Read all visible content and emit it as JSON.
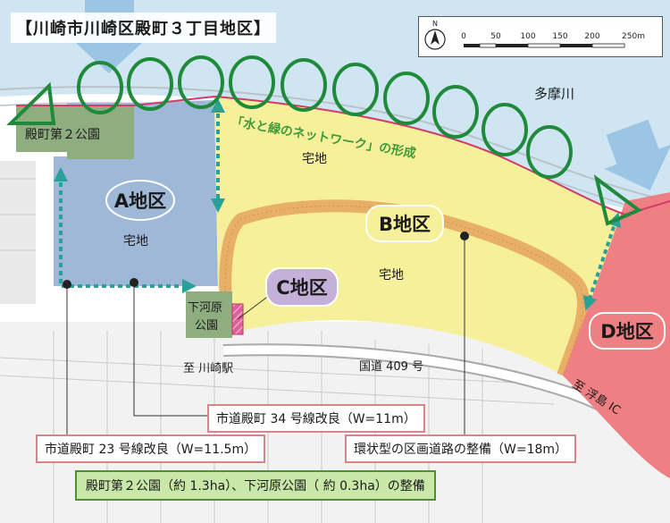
{
  "title": "【川崎市川崎区殿町３丁目地区】",
  "scale_bar": {
    "north": "N",
    "ticks": [
      "0",
      "50",
      "100",
      "150",
      "200",
      "250m"
    ]
  },
  "labels": {
    "river": "多摩川",
    "network": "「水と緑のネットワーク」の形成",
    "residential": "宅地",
    "park2": "殿町第２公園",
    "shimo_park_line1": "下河原",
    "shimo_park_line2": "公園",
    "to_kawasaki": "至 川崎駅",
    "route409": "国道 409 号",
    "to_ukishima": "至 浮島 IC"
  },
  "districts": {
    "A": "A地区",
    "B": "B地区",
    "C": "C地区",
    "D": "D地区"
  },
  "notes": {
    "road34": "市道殿町 34 号線改良（W=11m）",
    "road23": "市道殿町 23 号線改良（W=11.5m）",
    "ring_road": "環状型の区画道路の整備（W=18m）",
    "parks": "殿町第２公園（約 1.3ha）、下河原公園（ 約 0.3ha）の整備"
  },
  "colors": {
    "district_a": "#9fb8d8",
    "district_b": "#f6f09a",
    "district_d": "#ee7f82",
    "park": "#8fae80",
    "road": "#e8b066",
    "sky": "#cfe5f2",
    "network_green": "#1e8a3a",
    "boundary": "#d43a6a"
  }
}
